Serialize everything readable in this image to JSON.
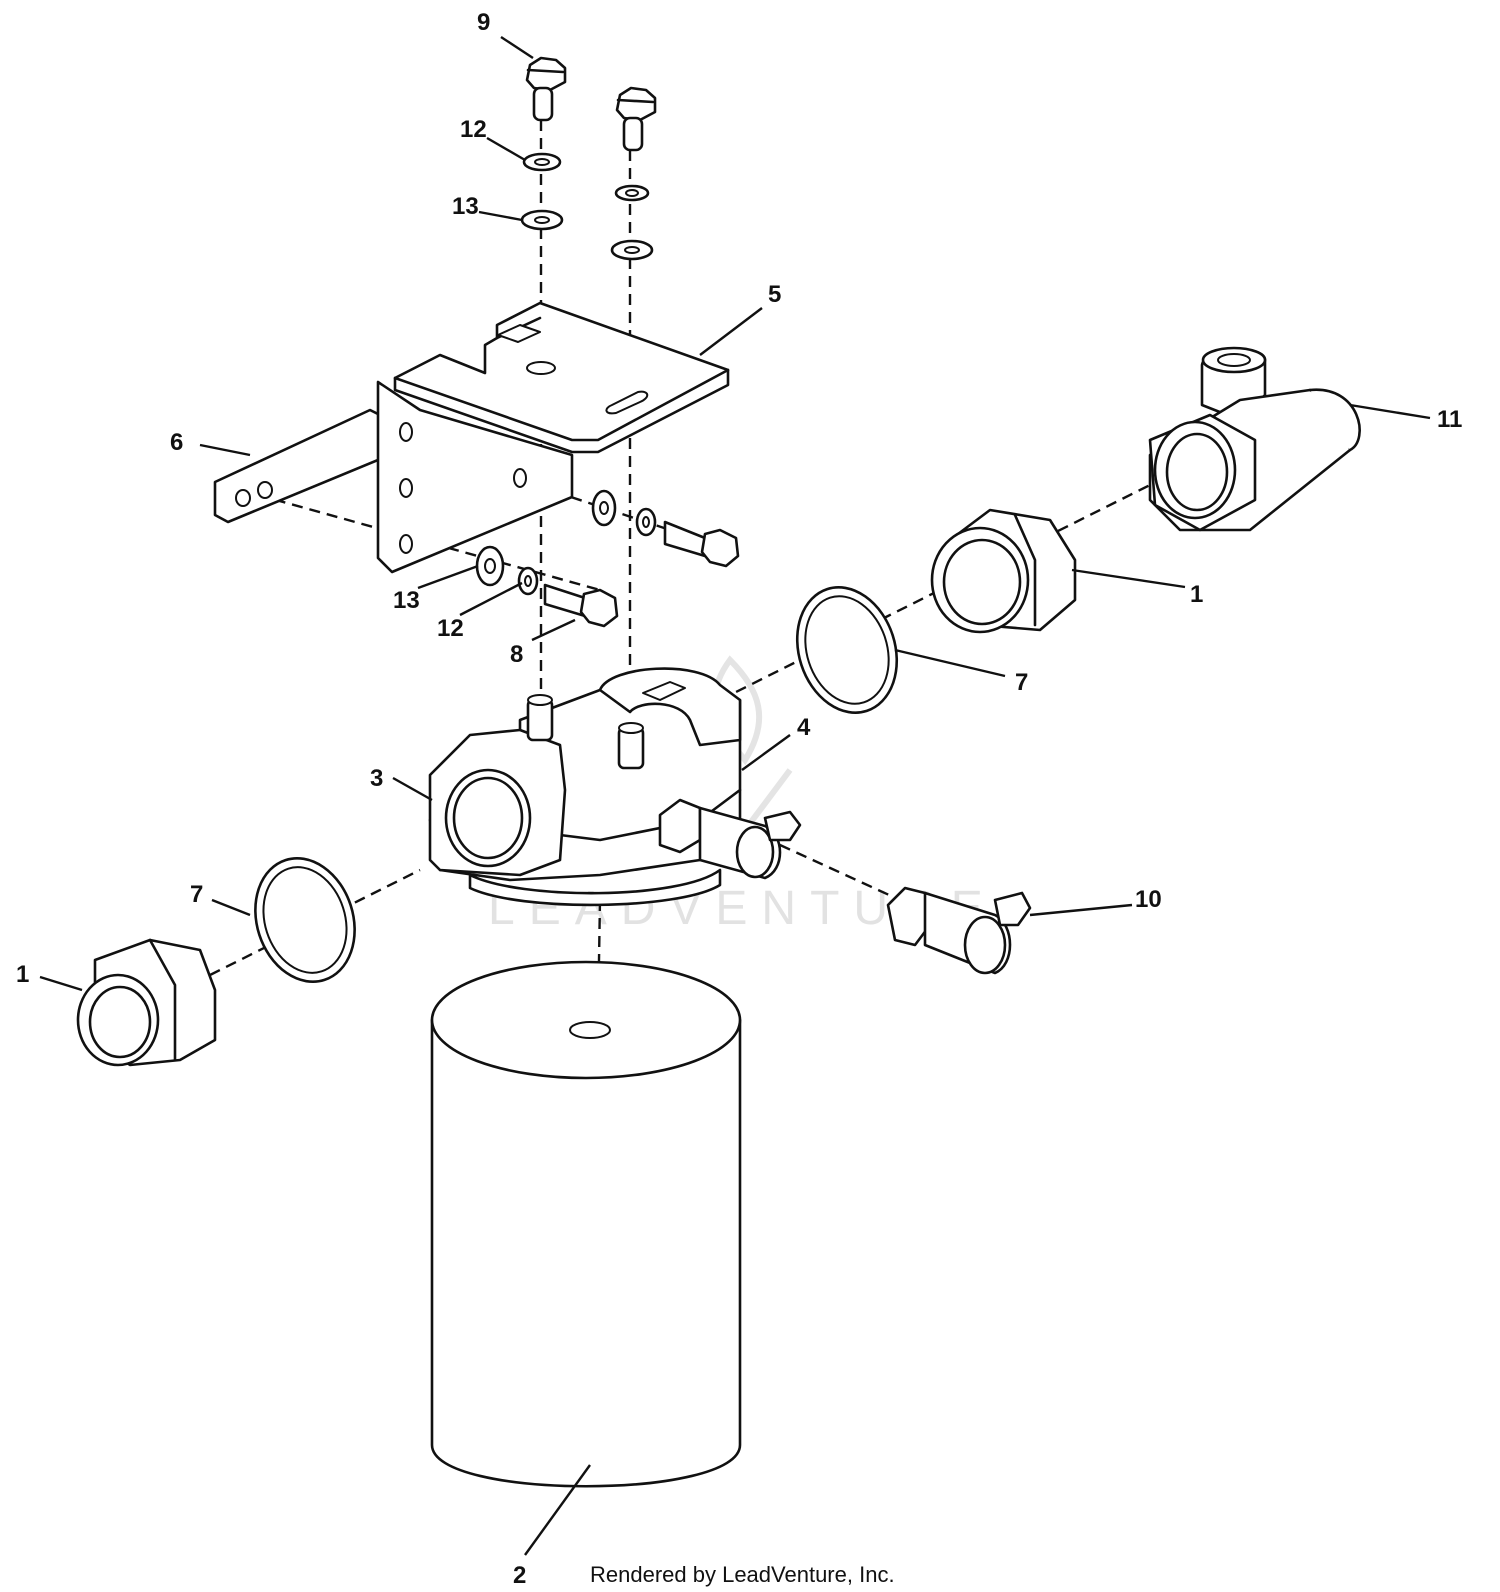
{
  "diagram": {
    "callouts": [
      "1",
      "1",
      "2",
      "3",
      "4",
      "5",
      "6",
      "7",
      "7",
      "8",
      "9",
      "10",
      "11",
      "12",
      "12",
      "13",
      "13"
    ],
    "watermark": "LEADVENTURE",
    "credit": "Rendered by LeadVenture, Inc.",
    "colors": {
      "ink": "#111111",
      "background": "#ffffff",
      "watermark": "#e2e2e2"
    }
  }
}
